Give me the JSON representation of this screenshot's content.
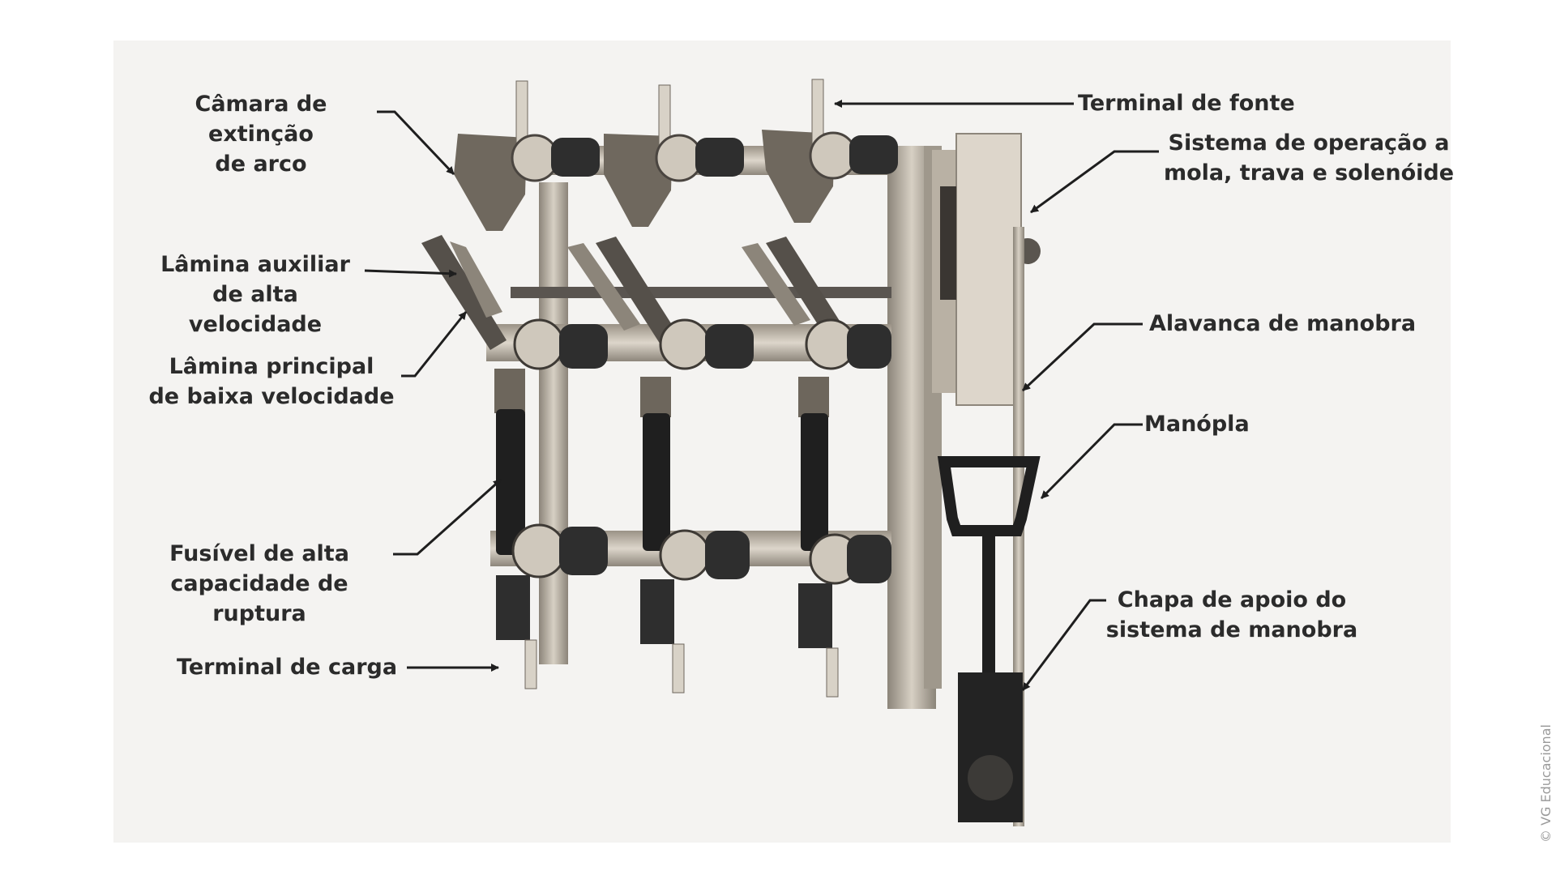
{
  "labels": {
    "camara": "Câmara de extinção\nde arco",
    "lamina_aux": "Lâmina auxiliar\nde alta velocidade",
    "lamina_principal": "Lâmina principal\nde baixa velocidade",
    "fusivel": "Fusível de alta\ncapacidade de ruptura",
    "terminal_carga": "Terminal de carga",
    "terminal_fonte": "Terminal de fonte",
    "sistema_operacao": "Sistema de operação a\nmola, trava e solenóide",
    "alavanca": "Alavanca de manobra",
    "manopla": "Manópla",
    "chapa": "Chapa de apoio do\nsistema de manobra"
  },
  "credit": "© VG Educacional",
  "colors": {
    "text": "#2b2b2b",
    "metal_light": "#c9c0b2",
    "metal_dark": "#7d766c",
    "insulator": "#2e2e2e",
    "background_photo": "#f3f2f0"
  }
}
